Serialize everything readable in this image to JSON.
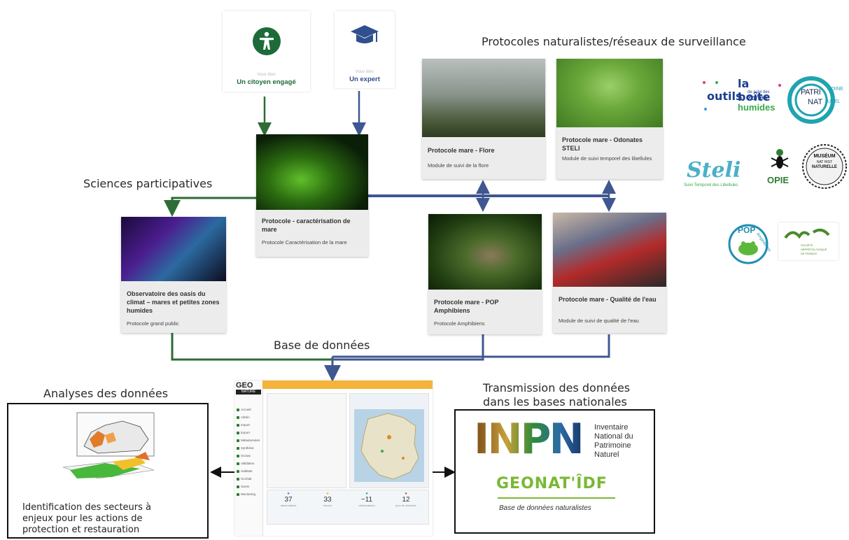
{
  "headings": {
    "protocols": "Protocoles naturalistes/réseaux de surveillance",
    "participatory": "Sciences participatives",
    "database": "Base de données",
    "analysis": "Analyses des données",
    "transmission_l1": "Transmission des données",
    "transmission_l2": "dans les bases nationales"
  },
  "roles": [
    {
      "small": "Vous êtes",
      "label": "Un citoyen engagé",
      "icon": "accessibility-icon",
      "color": "#1e6b3a"
    },
    {
      "small": "Vous êtes",
      "label": "Un expert",
      "icon": "graduation-cap-icon",
      "color": "#2f4f8f"
    }
  ],
  "cards": {
    "caracterisation": {
      "title": "Protocole - caractérisation de mare",
      "subtitle": "Protocole Caractérisation de la mare"
    },
    "flore": {
      "title": "Protocole mare - Flore",
      "subtitle": "Module de suivi de la flore"
    },
    "odonates": {
      "title": "Protocole mare - Odonates STELI",
      "subtitle": "Module de suivi temporel des libellules"
    },
    "oasis": {
      "title": "Observatoire des oasis du climat – mares et petites zones humides",
      "subtitle": "Protocole grand public"
    },
    "amphibiens": {
      "title": "Protocole mare - POP Amphibiens",
      "subtitle": "Protocole Amphibiens"
    },
    "qualite": {
      "title": "Protocole mare - Qualité de l'eau",
      "subtitle": "Module de suivi de qualité de l'eau"
    }
  },
  "analysis_box": {
    "text": "Identification des secteurs à enjeux pour les actions de protection et restauration"
  },
  "geonature": {
    "logo_l1": "GEO",
    "logo_l2": "NATURE",
    "sidebar": [
      "Accueil",
      "Admin",
      "Import",
      "Export",
      "Métadonnées",
      "Synthèse",
      "Occtax",
      "Validation",
      "Habitats",
      "Occhab",
      "Suivis",
      "Monitoring"
    ],
    "stats": [
      {
        "value": "37",
        "label": "observations"
      },
      {
        "value": "33",
        "label": "taxons"
      },
      {
        "value": "~11",
        "label": "observateurs"
      },
      {
        "value": "12",
        "label": "jeux de données"
      }
    ]
  },
  "inpn": {
    "acronym": "INPN",
    "line1": "Inventaire",
    "line2": "National du",
    "line3": "Patrimoine",
    "line4": "Naturel",
    "geonat": "GEONAT'ÎDF",
    "caption": "Base de données naturalistes"
  },
  "partner_logos": {
    "boite_l1": "la boîte",
    "boite_l2": "outils",
    "boite_l3": "de suivi des",
    "boite_l4": "zones",
    "boite_l5": "humides",
    "patrimoine_l1": "PATRI",
    "patrimoine_l2": "MOINE",
    "patrimoine_l3": "NAT",
    "patrimoine_l4": "UREL",
    "steli": "Steli",
    "steli_sub": "Suivi Temporel des Libellules",
    "opie": "OPIE",
    "museum_l1": "MUSÉUM",
    "museum_l2": "NAT HIST",
    "museum_l3": "NATURELLE",
    "pop": "POP",
    "pop_sub": "Amphibiens",
    "shf_l1": "SOCIÉTÉ",
    "shf_l2": "HERPÉTOLOGIQUE",
    "shf_l3": "DE FRANCE"
  },
  "colors": {
    "green_flow": "#2e6b35",
    "blue_flow": "#3f5791",
    "arrow_black": "#111111"
  }
}
